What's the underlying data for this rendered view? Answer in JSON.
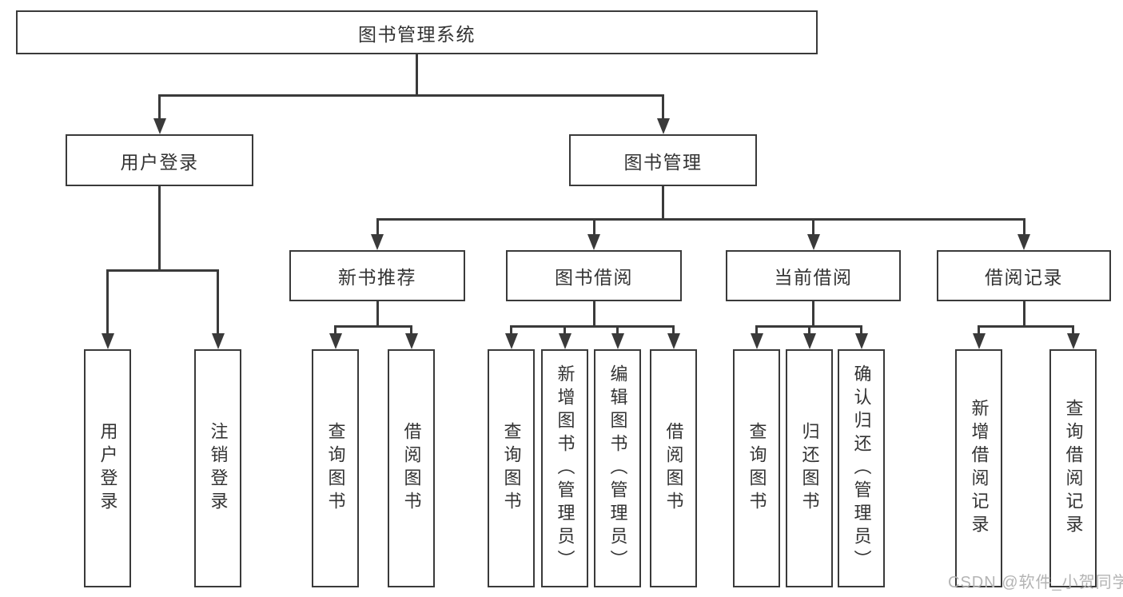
{
  "diagram": {
    "label": "图书管理系统",
    "children": [
      {
        "label": "用户登录",
        "children": [
          {
            "label": "用户登录"
          },
          {
            "label": "注销登录"
          }
        ]
      },
      {
        "label": "图书管理",
        "children": [
          {
            "label": "新书推荐",
            "children": [
              {
                "label": "查询图书"
              },
              {
                "label": "借阅图书"
              }
            ]
          },
          {
            "label": "图书借阅",
            "children": [
              {
                "label": "查询图书"
              },
              {
                "label": "新增图书（管理员）"
              },
              {
                "label": "编辑图书（管理员）"
              },
              {
                "label": "借阅图书"
              }
            ]
          },
          {
            "label": "当前借阅",
            "children": [
              {
                "label": "查询图书"
              },
              {
                "label": "归还图书"
              },
              {
                "label": "确认归还（管理员）"
              }
            ]
          },
          {
            "label": "借阅记录",
            "children": [
              {
                "label": "新增借阅记录"
              },
              {
                "label": "查询借阅记录"
              }
            ]
          }
        ]
      }
    ]
  },
  "watermark": "CSDN @软件_小贺同学",
  "colors": {
    "line": "#3a3a3a",
    "text": "#333333",
    "watermark": "#b4b4b4",
    "background": "#ffffff"
  }
}
